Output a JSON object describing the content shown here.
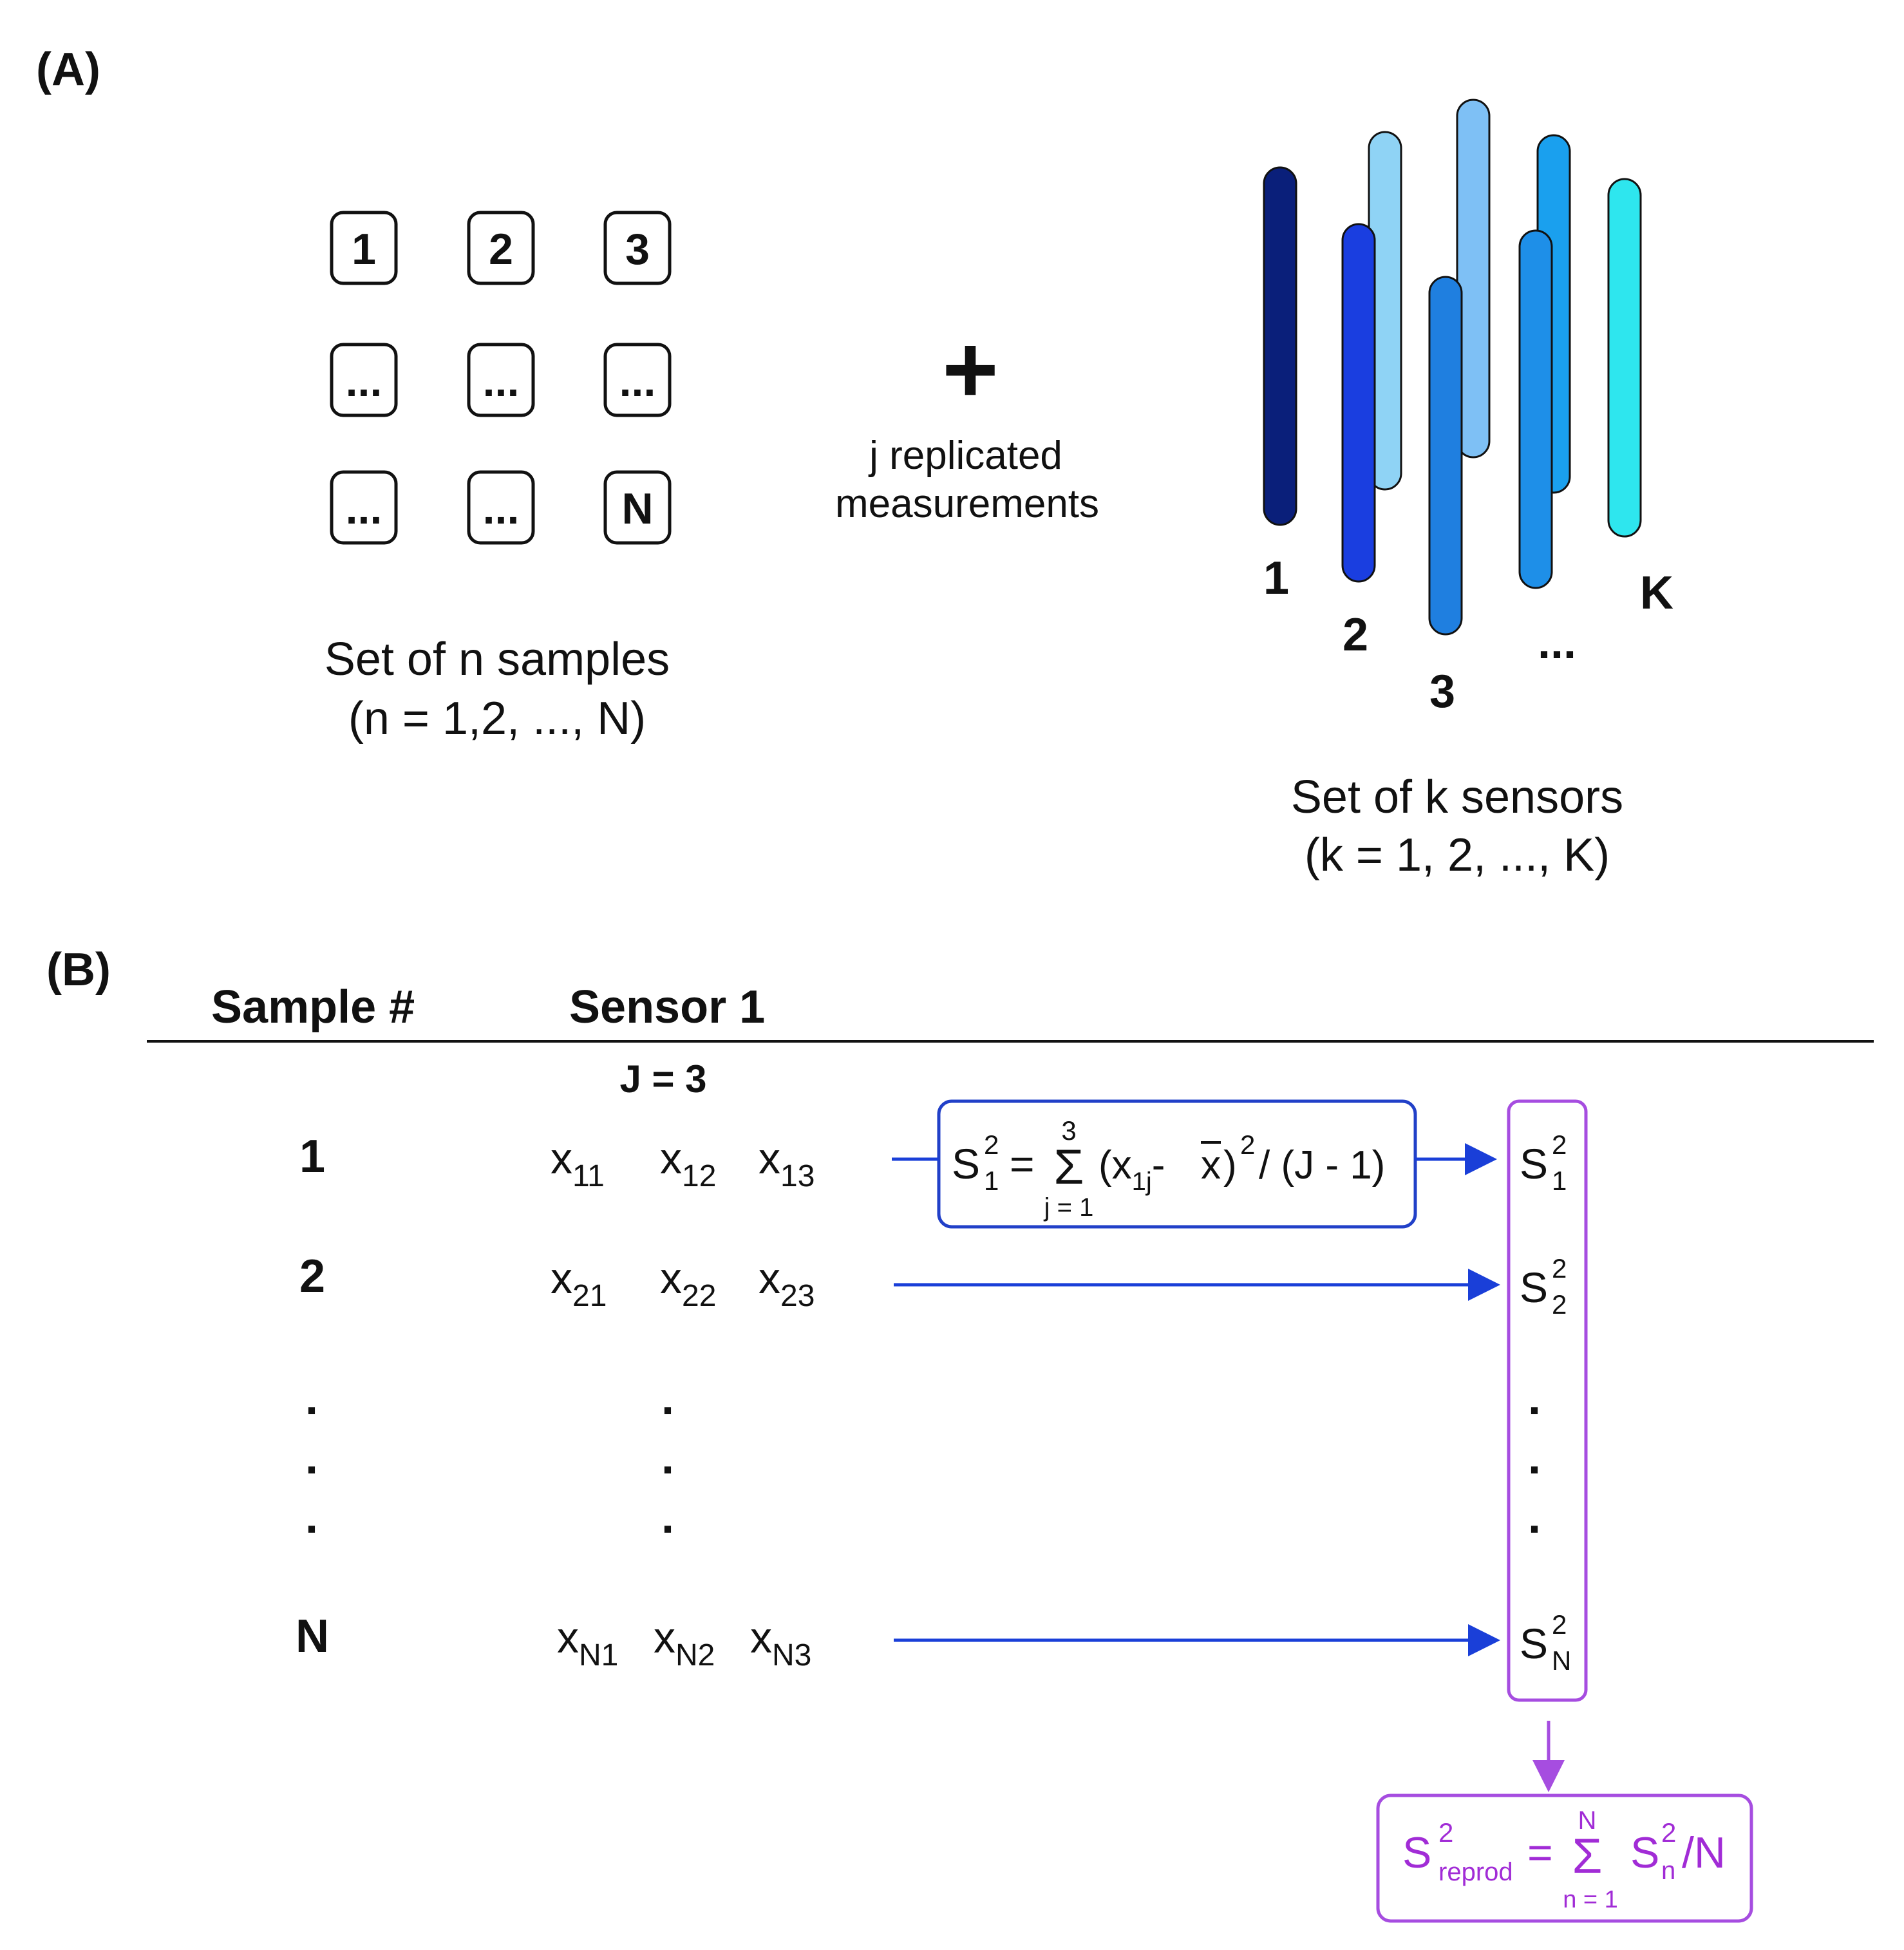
{
  "panel_a": {
    "label": "(A)",
    "sample_grid": [
      [
        "1",
        "2",
        "3"
      ],
      [
        "...",
        "...",
        "..."
      ],
      [
        "...",
        "...",
        "N"
      ]
    ],
    "samples_caption_line1": "Set of n samples",
    "samples_caption_line2": "(n = 1,2, ..., N)",
    "plus_sign": "+",
    "replicated_line1": "j replicated",
    "replicated_line2": "measurements",
    "sensor_labels": [
      "1",
      "2",
      "3",
      "...",
      "K"
    ],
    "sensors_caption_line1": "Set of k sensors",
    "sensors_caption_line2": "(k = 1, 2, ..., K)",
    "sensor_colors": [
      "#0a1f7a",
      "#8fd3f5",
      "#1a3ee0",
      "#7ec0f5",
      "#1f7fe0",
      "#1aa0ee",
      "#1e8fe8",
      "#2ee6ee"
    ]
  },
  "panel_b": {
    "label": "(B)",
    "header_sample": "Sample #",
    "header_sensor": "Sensor 1",
    "j_label": "J = 3",
    "rows": [
      {
        "sample": "1",
        "x": [
          {
            "b": "x",
            "s": "11"
          },
          {
            "b": "x",
            "s": "12"
          },
          {
            "b": "x",
            "s": "13"
          }
        ],
        "s_sub": "1"
      },
      {
        "sample": "2",
        "x": [
          {
            "b": "x",
            "s": "21"
          },
          {
            "b": "x",
            "s": "22"
          },
          {
            "b": "x",
            "s": "23"
          }
        ],
        "s_sub": "2"
      },
      {
        "sample": "N",
        "x": [
          {
            "b": "x",
            "s": "N1"
          },
          {
            "b": "x",
            "s": "N2"
          },
          {
            "b": "x",
            "s": "N3"
          }
        ],
        "s_sub": "N"
      }
    ],
    "ellipsis_dot": ".",
    "variance_formula": {
      "lhs_base": "S",
      "lhs_sup": "2",
      "lhs_sub": "1",
      "equals": "=",
      "sigma": "Σ",
      "sigma_top": "3",
      "sigma_bottom": "j = 1",
      "term_open": "(x",
      "term_sub": "1j",
      "term_minus": "- ",
      "xbar": "x",
      "term_close": ")",
      "power": "2",
      "divisor": "/ (J - 1)"
    },
    "s_base": "S",
    "s_sup": "2",
    "reprod_formula": {
      "lhs_base": "S",
      "lhs_sup": "2",
      "lhs_sub": "reprod",
      "equals": "=",
      "sigma": "Σ",
      "sigma_top": "N",
      "sigma_bottom": "n = 1",
      "term_base": "S",
      "term_sup": "2",
      "term_sub": "n",
      "divisor": "/N"
    }
  }
}
